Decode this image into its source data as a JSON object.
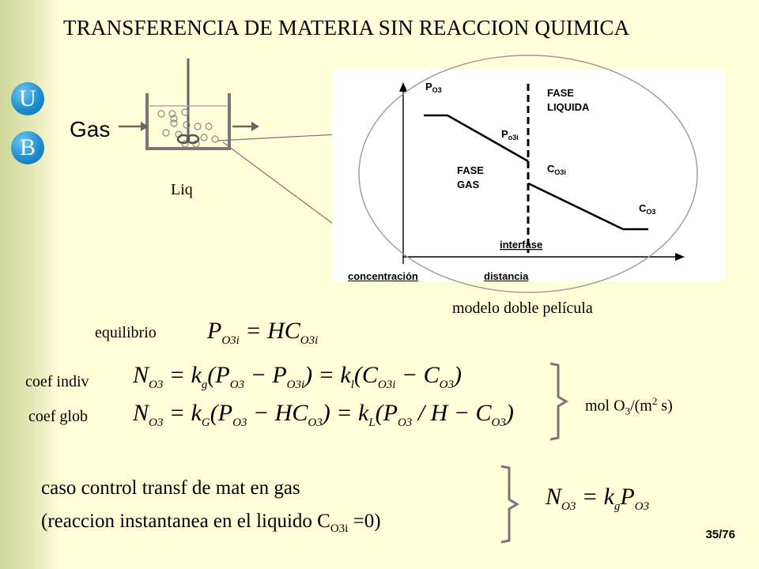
{
  "logo": {
    "letter1": "U",
    "letter2": "B"
  },
  "title": "TRANSFERENCIA DE MATERIA SIN REACCION QUIMICA",
  "reactor": {
    "gas_label": "Gas",
    "liq_label": "Liq"
  },
  "plot": {
    "p_o3": "P",
    "p_o3_sub": "O3",
    "fase_liquida_1": "FASE",
    "fase_liquida_2": "LIQUIDA",
    "p_o3i": "P",
    "p_o3i_sub": "o3i",
    "fase_gas_1": "FASE",
    "fase_gas_2": "GAS",
    "c_o3i": "C",
    "c_o3i_sub": "O3i",
    "c_o3": "C",
    "c_o3_sub": "O3",
    "interfase": "interfase",
    "concentracion": "concentración",
    "distancia": "distancia"
  },
  "caption": "modelo doble película",
  "equations": {
    "equilibrio_label": "equilibrio",
    "coef_indiv_label": "coef indiv",
    "coef_glob_label": "coef glob",
    "units": "mol O3/(m2 s)"
  },
  "case": {
    "line1": "caso control transf de mat en gas",
    "line2_prefix": "(reaccion instantanea en el liquido C",
    "line2_sub": "O3i",
    "line2_suffix": " =0)"
  },
  "page_number": "35/76"
}
